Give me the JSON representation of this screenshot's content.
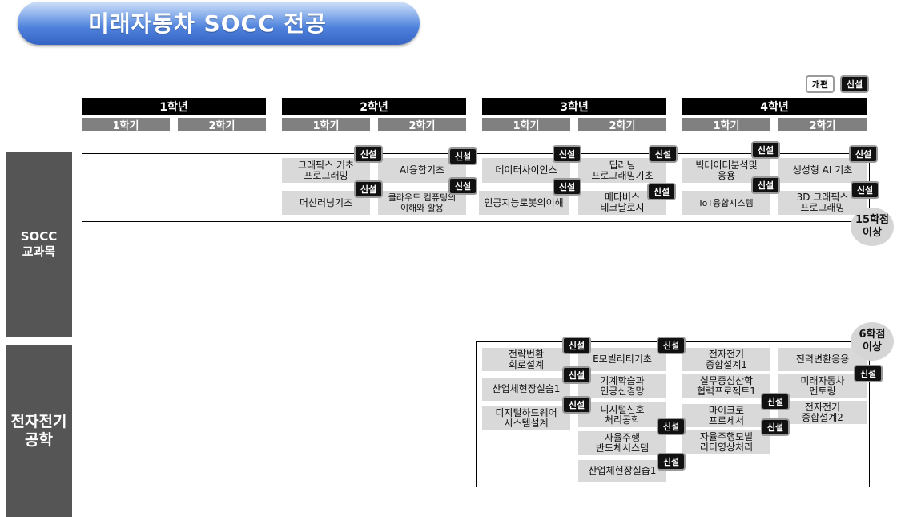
{
  "title": "미래자동차 SOCC 전공",
  "legend": {
    "renovated": "개편",
    "new": "신설"
  },
  "years": [
    "1학년",
    "2학년",
    "3학년",
    "4학년"
  ],
  "semester_labels": [
    "1학기",
    "2학기"
  ],
  "sections": [
    {
      "label": "SOCC\n교과목",
      "credit_note": "15학점\n이상"
    },
    {
      "label": "전자전기\n공학",
      "credit_note": "6학점\n이상"
    }
  ],
  "socc_courses": [
    "그래픽스 기초\n프로그래밍",
    "AI융합기초",
    "머신러닝기초",
    "클라우드 컴퓨팅의\n이해와 활용",
    "데이터사이언스",
    "딥러닝\n프로그래밍기초",
    "인공지능로봇의이해",
    "메타버스\n테크날로지",
    "빅데이터분석및\n응용",
    "생성형 AI 기초",
    "IoT융합시스템",
    "3D 그래픽스\n프로그래밍"
  ],
  "ee_courses": [
    "전략번환\n회로설계",
    "E모빌리티기초",
    "전자전기\n종합설계1",
    "전력변환응용",
    "산업체현장실습1",
    "기계학습과\n인공신경망",
    "실무중심산학\n협력프로젝트1",
    "미래자동차\n멘토링",
    "디지털하드웨어\n시스템설계",
    "디지털신호\n처리공학",
    "마이크로\n프로세서",
    "전자전기\n종합설계2",
    "자율주행\n반도체시스템",
    "자율주행모빌\n리티영상처리",
    "산업체현장실습1"
  ]
}
